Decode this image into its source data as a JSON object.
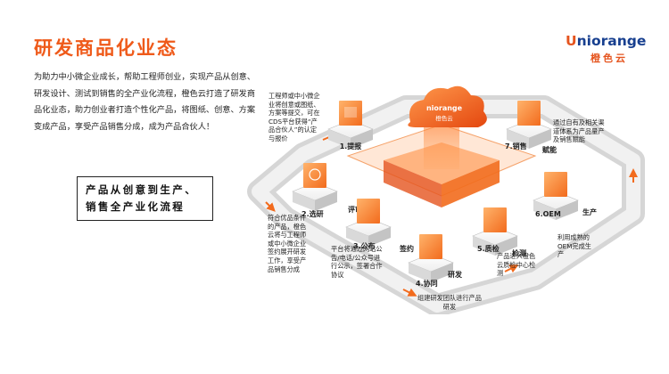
{
  "header": {
    "title": "研发商品化业态",
    "description": "为助力中小微企业成长，帮助工程师创业，实现产品从创意、研发设计、测试到销售的全产业化流程，橙色云打造了研发商品化业态，助力创业者打造个性化产品，将图纸、创意、方案变成产品，享受产品销售分成，成为产品合伙人！"
  },
  "logo": {
    "u": "U",
    "rest": "niorange",
    "cn": "橙色云",
    "center_en": "niorange",
    "center_cn": "橙色云"
  },
  "flow_label": {
    "line1": "产品从创意到生产、",
    "line2": "销售全产业化流程"
  },
  "steps": [
    {
      "num_label": "1.提报",
      "tag": "",
      "desc": "工程师或中小微企业将创意或图纸、方案等提交，可在CDS平台获得“产品合伙人”的认定与报价"
    },
    {
      "num_label": "2.选研",
      "tag": "评审",
      "desc": "符合优品条件的产品，橙色云将与工程师或中小微企业签约展开研发工作，享受产品销售分成"
    },
    {
      "num_label": "3.公布",
      "tag": "签约",
      "desc": "平台将通过网站公告/电话/公众号进行公示，签署合作协议"
    },
    {
      "num_label": "4.协同",
      "tag": "研发",
      "desc": "组建研发团队进行产品研发"
    },
    {
      "num_label": "5.质检",
      "tag": "检测",
      "desc": "产品进入橙色云质检中心检测"
    },
    {
      "num_label": "6.OEM",
      "tag": "生产",
      "desc": "利用成熟的OEM完成生产"
    },
    {
      "num_label": "7.销售",
      "tag": "赋能",
      "desc": "通过自有及相关渠道体系为产品量产及销售赋能"
    }
  ]
}
